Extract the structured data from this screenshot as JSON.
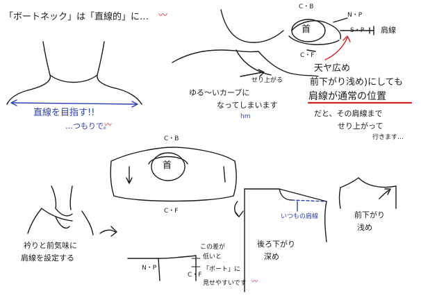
{
  "header": {
    "title": "「ボートネック」は「直線的」に…",
    "squiggle": "〰"
  },
  "fig1": {
    "caption": "直線を目指す!!",
    "caption2": "…つもりで。",
    "squiggle": "〰"
  },
  "fig2": {
    "label_cb": "C・B",
    "label_cf": "C・F",
    "label_np": "N・P",
    "label_sp": "S・P",
    "label_neck": "首",
    "label_shoulder_line": "肩線",
    "label_rise": "せり上がる",
    "note_curve_1": "ゆる〜いカーブに",
    "note_curve_2": "なってしまいます",
    "note_curve_3": "hm",
    "note_a1": "天ヤ広め",
    "note_a2": "前下がり浅め)にしても",
    "note_a3": "肩線が通常の位置",
    "note_a4": "だと、その肩線まで",
    "note_a5": "せり上がって",
    "note_a6": "行きます…"
  },
  "fig3": {
    "label_cb": "C・B",
    "label_cf": "C・F",
    "label_neck": "首",
    "caption_1": "衿りと前気味に",
    "caption_2": "肩線を設定する"
  },
  "fig4": {
    "label_np": "N・P",
    "label_cf": "C・F",
    "note_1": "この差が",
    "note_2": "低いと",
    "note_3": "「ボート」に",
    "note_4": "見せやすいです",
    "squiggle": "〰"
  },
  "fig5": {
    "label_normal": "いつもの肩線",
    "label_back": "後ろ下がり",
    "label_back2": "深め"
  },
  "fig6": {
    "label_front": "前下がり",
    "label_front2": "浅め"
  }
}
